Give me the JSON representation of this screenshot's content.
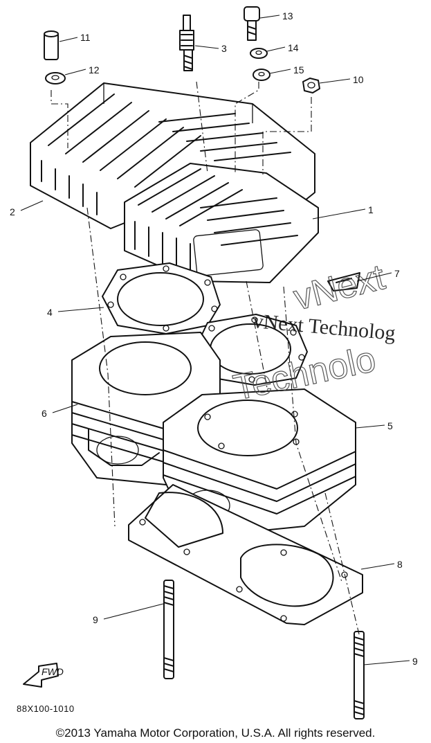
{
  "callouts": {
    "c1": "1",
    "c2": "2",
    "c3": "3",
    "c4": "4",
    "c5": "5",
    "c6": "6",
    "c7": "7",
    "c8": "8",
    "c9a": "9",
    "c9b": "9",
    "c10": "10",
    "c11": "11",
    "c12": "12",
    "c13": "13",
    "c14": "14",
    "c15": "15"
  },
  "watermark": {
    "line1": "vNext Technolog",
    "outline_top": "vNext",
    "outline_bottom": "Technolo"
  },
  "fwd_mark": "FWD",
  "part_code": "88X100-1010",
  "copyright": "©2013 Yamaha Motor Corporation, U.S.A. All rights reserved."
}
